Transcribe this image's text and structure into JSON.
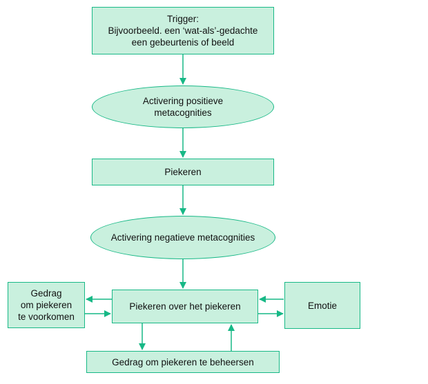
{
  "colors": {
    "fill": "#c9f0de",
    "stroke": "#17b886",
    "arrow": "#17b886"
  },
  "nodes": {
    "trigger": {
      "lines": [
        "Trigger:",
        "Bijvoorbeeld. een ‘wat-als’-gedachte",
        "een gebeurtenis of beeld"
      ]
    },
    "positive_meta": {
      "lines": [
        "Activering positieve",
        "metacognities"
      ]
    },
    "worry": {
      "label": "Piekeren"
    },
    "negative_meta": {
      "label": "Activering negatieve metacognities"
    },
    "worry_about_worry": {
      "label": "Piekeren over het piekeren"
    },
    "avoid_behavior": {
      "lines": [
        "Gedrag",
        "om piekeren",
        "te voorkomen"
      ]
    },
    "emotion": {
      "label": "Emotie"
    },
    "control_behavior": {
      "label": "Gedrag om piekeren te beheersen"
    }
  }
}
